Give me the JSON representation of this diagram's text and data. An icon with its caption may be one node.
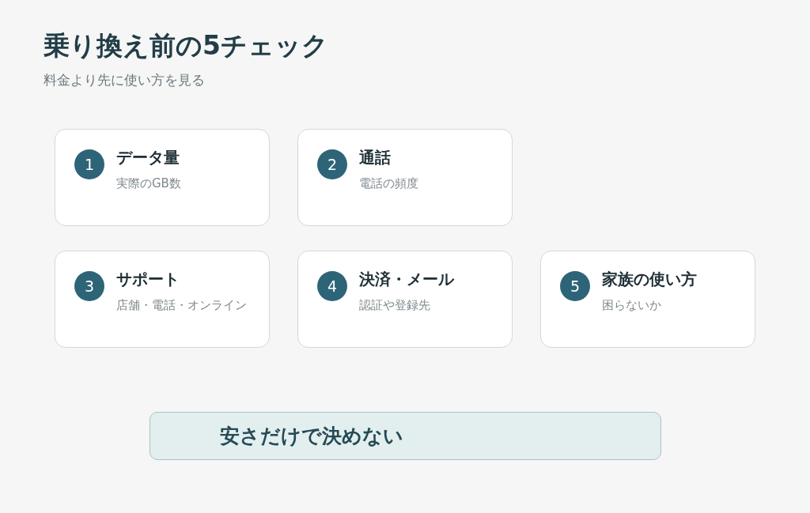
{
  "diagram": {
    "title": "乗り換え前の5チェック",
    "nodes": [
      {
        "text": [
          "データ量",
          "実際のGB数"
        ]
      },
      {
        "text": [
          "1"
        ],
        "in": 0
      },
      {
        "text": [
          "通話",
          "電話の頻度"
        ]
      },
      {
        "text": [
          "2"
        ],
        "in": 2
      },
      {
        "text": [
          "サポート",
          "店舗・電話・オンライン"
        ]
      },
      {
        "text": [
          "3"
        ],
        "in": 4
      },
      {
        "text": [
          "決済・メール",
          "認証や登録先"
        ]
      },
      {
        "text": [
          "4"
        ],
        "in": 6
      },
      {
        "text": [
          "家族の使い方",
          "困らないか"
        ]
      },
      {
        "text": [
          "5"
        ],
        "in": 8
      },
      {
        "text": [
          "安さだけで決めない"
        ]
      }
    ],
    "labels": [
      "料金より先に使い方を見る"
    ]
  }
}
